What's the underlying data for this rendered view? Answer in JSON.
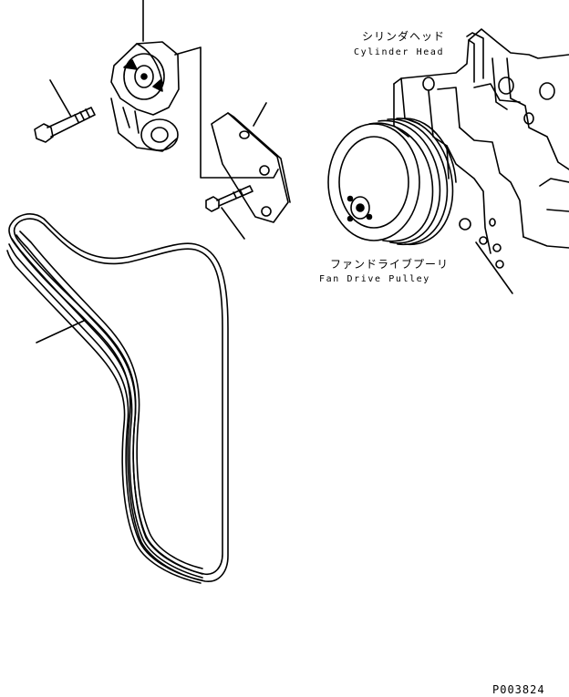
{
  "labels": {
    "cylinder_head_jp": "シリンダヘッド",
    "cylinder_head_en": "Cylinder Head",
    "fan_drive_pulley_jp": "ファンドライブプーリ",
    "fan_drive_pulley_en": "Fan Drive Pulley",
    "figure_code": "P003824"
  }
}
